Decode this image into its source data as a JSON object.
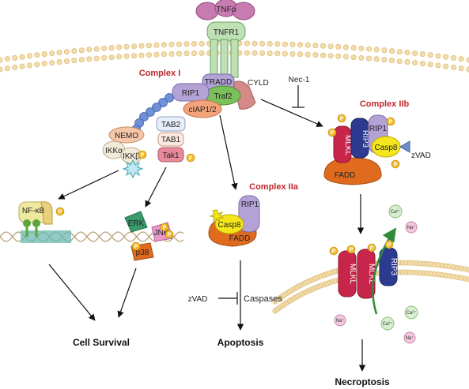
{
  "receptor": {
    "ligand": "TNFα",
    "receptor": "TNFR1"
  },
  "complex1": {
    "title": "Complex I",
    "tradd": "TRADD",
    "cyld": "CYLD",
    "rip1": "RIP1",
    "traf2": "Traf2",
    "ciap": "cIAP1/2",
    "nemo": "NEMO",
    "ikka": "IKKα",
    "ikkb": "IKKβ",
    "tab2": "TAB2",
    "tab1": "TAB1",
    "tak1": "Tak1"
  },
  "nfkb": {
    "label": "NF-κB"
  },
  "mapk": {
    "erk": "ERK",
    "jnk": "JNK",
    "p38": "p38"
  },
  "complex2a": {
    "title": "Complex IIa",
    "rip1": "RIP1",
    "casp8": "Casp8",
    "fadd": "FADD"
  },
  "complex2b": {
    "title": "Complex IIb",
    "rip1": "RIP1",
    "rip3": "RIP3",
    "mlkl": "MLKL",
    "casp8": "Casp8",
    "fadd": "FADD",
    "zvad": "zVAD"
  },
  "inhibitors": {
    "nec1": "Nec-1",
    "zvad": "zVAD",
    "caspases": "Caspases"
  },
  "necroptosis_membrane": {
    "mlkl1": "MLKL",
    "mlkl2": "MLKL",
    "rip3": "RIP3"
  },
  "ions": {
    "ca": "Ca²⁺",
    "na": "Na⁺"
  },
  "phospho": "P",
  "outcomes": {
    "survival": "Cell Survival",
    "apoptosis": "Apoptosis",
    "necroptosis": "Necroptosis"
  },
  "colors": {
    "title_red": "#c0272d",
    "receptor_green": "#bfe0b5",
    "ligand_pink": "#c77bb0",
    "rip1_lavender": "#b3a2d6",
    "traf2_green": "#7cc05a",
    "ciap_orange": "#f4a27a",
    "fadd_orange": "#e06b1f",
    "casp8_yellow": "#f5e61c",
    "mlkl_red": "#c8254b",
    "rip3_blue": "#2c3b8f",
    "phospho_gold": "#f1b928"
  }
}
